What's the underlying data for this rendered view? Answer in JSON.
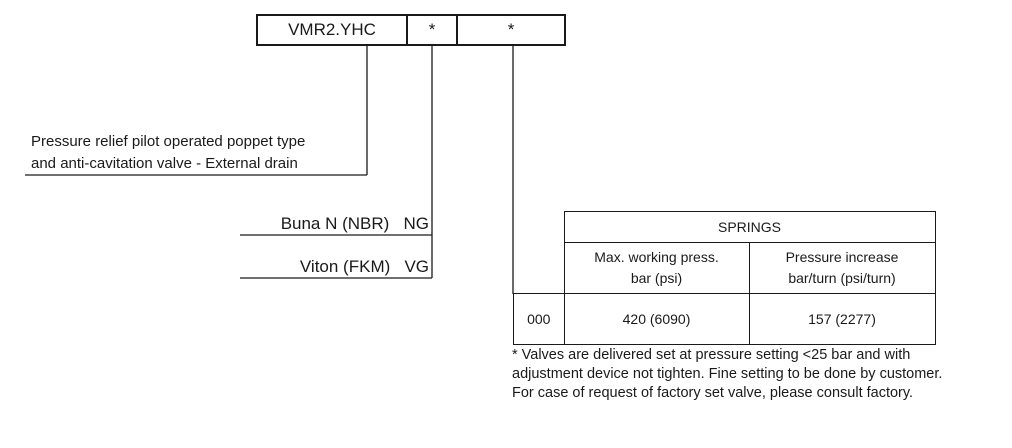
{
  "code": {
    "model": "VMR2.YHC",
    "slot1": "*",
    "slot2": "*"
  },
  "description": {
    "line1": "Pressure relief pilot operated poppet type",
    "line2": "and anti-cavitation valve - External drain"
  },
  "seals": [
    {
      "name": "Buna N (NBR)",
      "code": "NG"
    },
    {
      "name": "Viton (FKM)",
      "code": "VG"
    }
  ],
  "springs_table": {
    "title": "SPRINGS",
    "col1_line1": "Max. working press.",
    "col1_line2": "bar (psi)",
    "col2_line1": "Pressure increase",
    "col2_line2": "bar/turn (psi/turn)",
    "rows": [
      {
        "code": "000",
        "max_press": "420 (6090)",
        "increase": "157 (2277)"
      }
    ]
  },
  "note": {
    "line1": "* Valves are delivered set at pressure setting <25 bar and with",
    "line2": "adjustment device not tighten. Fine setting to be done by customer.",
    "line3": "For case of request of factory set valve, please consult factory."
  },
  "colors": {
    "line": "#1a1a1a",
    "background": "#ffffff"
  }
}
